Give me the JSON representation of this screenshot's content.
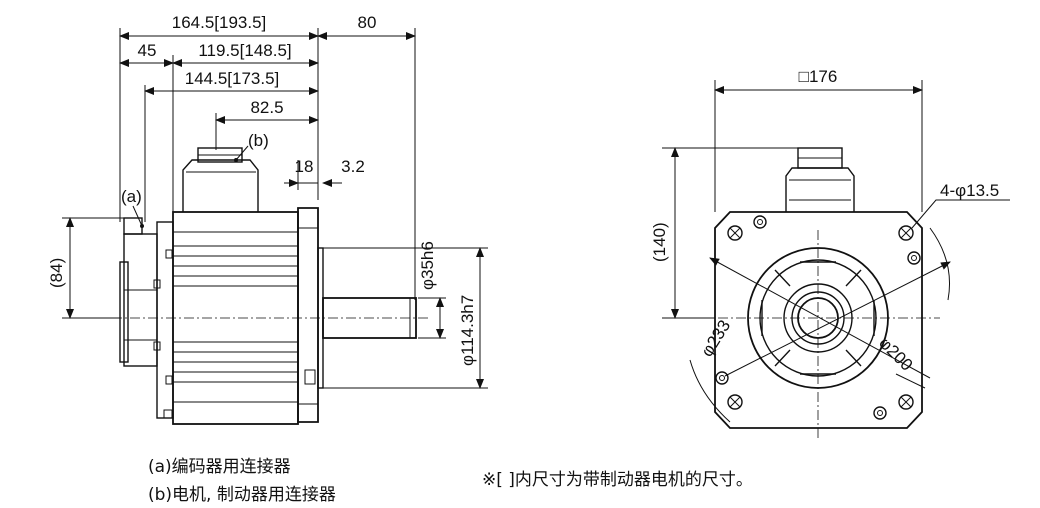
{
  "side_view": {
    "dim_total": "164.5[193.5]",
    "dim_shaft": "80",
    "dim_rear": "45",
    "dim_body": "119.5[148.5]",
    "dim_mid": "144.5[173.5]",
    "dim_connector": "82.5",
    "dim_flange": "18",
    "dim_pilot": "3.2",
    "dim_shaft_dia": "φ35h6",
    "dim_pilot_dia": "φ114.3h7",
    "dim_height": "(84)",
    "label_a": "(a)",
    "label_b": "(b)"
  },
  "front_view": {
    "dim_square": "□176",
    "dim_holes": "4-φ13.5",
    "dim_height": "(140)",
    "dim_pcd": "φ233",
    "dim_boss": "φ200"
  },
  "notes": {
    "legend_a": "(a)编码器用连接器",
    "legend_b": "(b)电机, 制动器用连接器",
    "remark": "※[ ]内尺寸为带制动器电机的尺寸。"
  }
}
